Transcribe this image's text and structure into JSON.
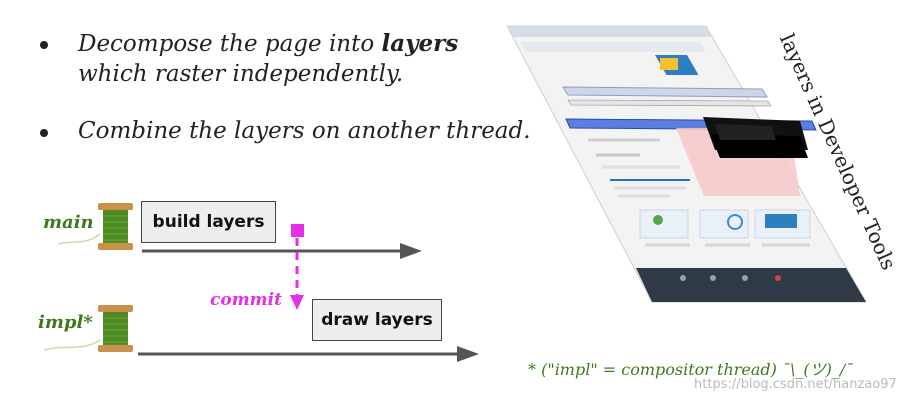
{
  "bullets": [
    {
      "line1_pre": "Decompose the page into ",
      "line1_bold": "layers",
      "line2": "which raster independently."
    },
    {
      "text": "Combine the layers on another thread."
    }
  ],
  "threads": {
    "main": {
      "label": "main",
      "box": "build layers"
    },
    "impl": {
      "label": "impl*",
      "box": "draw layers"
    }
  },
  "commit_label": "commit",
  "devtools_label": "layers in Developer Tools",
  "footnote": "* (\"impl\" = compositor thread) ¯\\_(ツ)_/¯",
  "watermark": "https://blog.csdn.net/hanzao97",
  "colors": {
    "thread_green": "#3d7a1f",
    "commit_magenta": "#e62ee6",
    "arrow_gray": "#555555"
  }
}
